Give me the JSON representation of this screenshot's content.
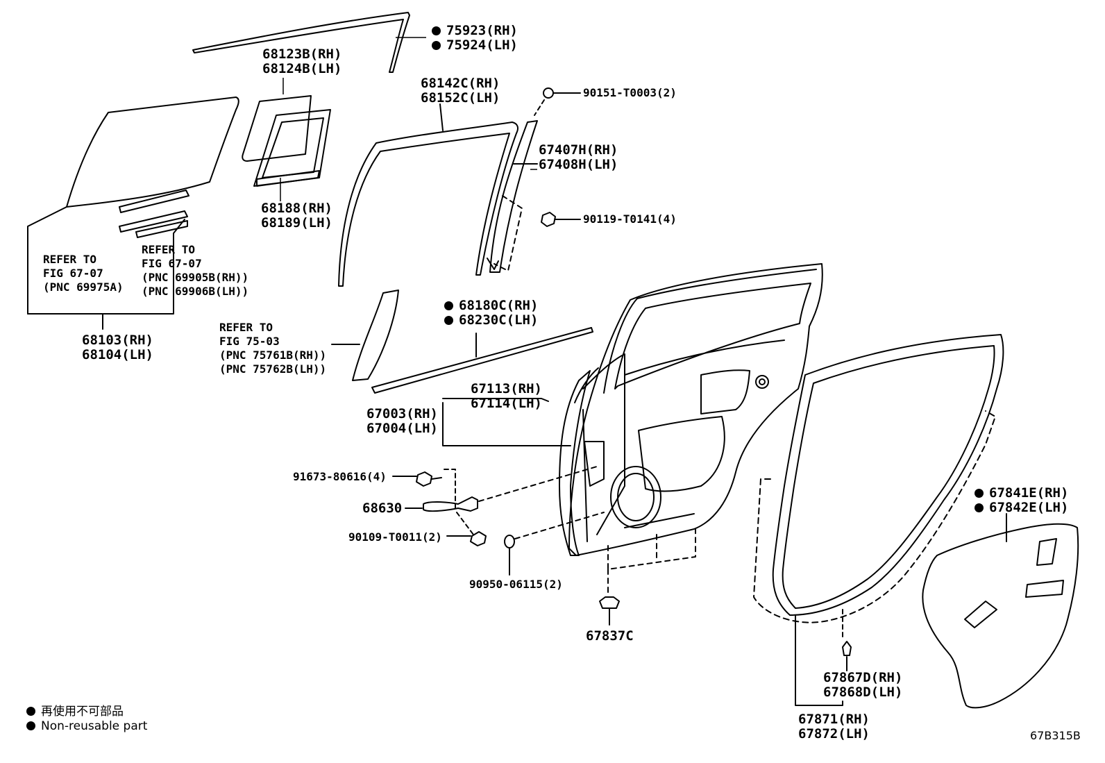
{
  "diagram": {
    "code": "67B315B",
    "legend": [
      {
        "icon": "filled-dot-icon",
        "text": "再使用不可部品"
      },
      {
        "icon": "filled-dot-icon",
        "text": "Non-reusable part"
      }
    ],
    "parts": {
      "p75923": {
        "mark": "●",
        "line1": "75923(RH)",
        "line2": "75924(LH)"
      },
      "p68123": {
        "line1": "68123B(RH)",
        "line2": "68124B(LH)"
      },
      "p68142": {
        "line1": "68142C(RH)",
        "line2": "68152C(LH)"
      },
      "p90151": {
        "line1": "90151-T0003(2)"
      },
      "p67407": {
        "line1": "67407H(RH)",
        "line2": "67408H(LH)"
      },
      "p90119": {
        "line1": "90119-T0141(4)"
      },
      "p68188": {
        "line1": "68188(RH)",
        "line2": "68189(LH)"
      },
      "p68103": {
        "line1": "68103(RH)",
        "line2": "68104(LH)"
      },
      "p68180": {
        "mark": "●",
        "line1": "68180C(RH)",
        "line2": "68230C(LH)"
      },
      "p67113": {
        "line1": "67113(RH)",
        "line2": "67114(LH)"
      },
      "p67003": {
        "line1": "67003(RH)",
        "line2": "67004(LH)"
      },
      "p91673": {
        "line1": "91673-80616(4)"
      },
      "p68630": {
        "line1": "68630"
      },
      "p90109": {
        "line1": "90109-T0011(2)"
      },
      "p90950": {
        "line1": "90950-06115(2)"
      },
      "p67837": {
        "line1": "67837C"
      },
      "p67841": {
        "mark": "●",
        "line1": "67841E(RH)",
        "line2": "67842E(LH)"
      },
      "p67867": {
        "line1": "67867D(RH)",
        "line2": "67868D(LH)"
      },
      "p67871": {
        "line1": "67871(RH)",
        "line2": "67872(LH)"
      }
    },
    "refs": {
      "r1": {
        "l1": "REFER TO",
        "l2": "FIG 67-07",
        "l3": "(PNC 69975A)"
      },
      "r2": {
        "l1": "REFER TO",
        "l2": "FIG 67-07",
        "l3": "(PNC 69905B(RH))",
        "l4": "(PNC 69906B(LH))"
      },
      "r3": {
        "l1": "REFER TO",
        "l2": "FIG 75-03",
        "l3": "(PNC 75761B(RH))",
        "l4": "(PNC 75762B(LH))"
      }
    }
  }
}
